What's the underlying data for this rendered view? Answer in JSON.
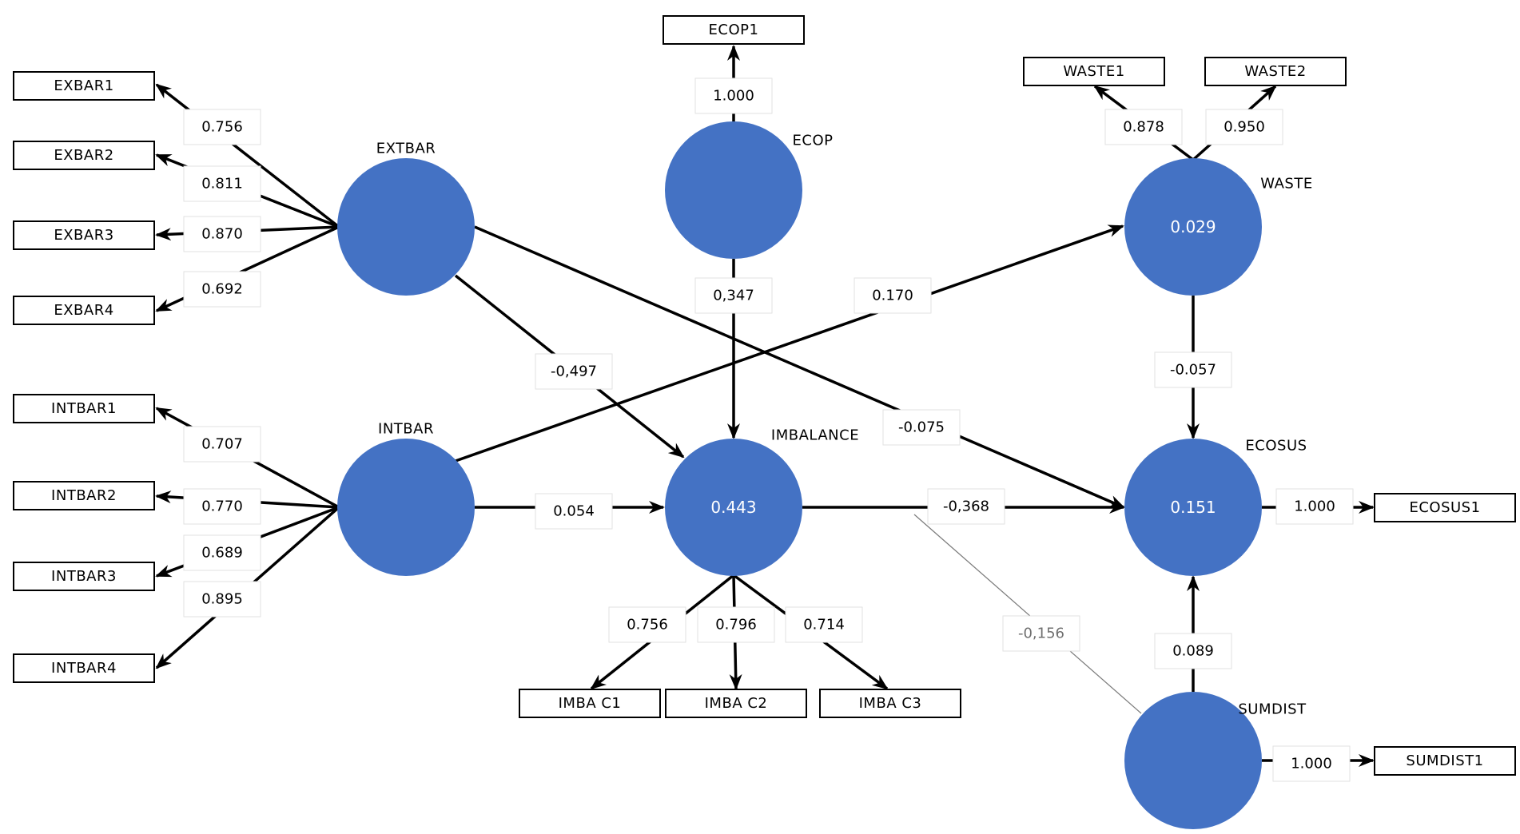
{
  "diagram": {
    "latents": [
      {
        "id": "EXTBAR",
        "name": "EXTBAR",
        "r2": ""
      },
      {
        "id": "INTBAR",
        "name": "INTBAR",
        "r2": ""
      },
      {
        "id": "ECOP",
        "name": "ECOP",
        "r2": ""
      },
      {
        "id": "IMBALANCE",
        "name": "IMBALANCE",
        "r2": "0.443"
      },
      {
        "id": "WASTE",
        "name": "WASTE",
        "r2": "0.029"
      },
      {
        "id": "ECOSUS",
        "name": "ECOSUS",
        "r2": "0.151"
      },
      {
        "id": "SUMDIST",
        "name": "SUMDIST",
        "r2": ""
      }
    ],
    "indicators": [
      {
        "id": "EXBAR1",
        "label": "EXBAR1"
      },
      {
        "id": "EXBAR2",
        "label": "EXBAR2"
      },
      {
        "id": "EXBAR3",
        "label": "EXBAR3"
      },
      {
        "id": "EXBAR4",
        "label": "EXBAR4"
      },
      {
        "id": "INTBAR1",
        "label": "INTBAR1"
      },
      {
        "id": "INTBAR2",
        "label": "INTBAR2"
      },
      {
        "id": "INTBAR3",
        "label": "INTBAR3"
      },
      {
        "id": "INTBAR4",
        "label": "INTBAR4"
      },
      {
        "id": "ECOP1",
        "label": "ECOP1"
      },
      {
        "id": "WASTE1",
        "label": "WASTE1"
      },
      {
        "id": "WASTE2",
        "label": "WASTE2"
      },
      {
        "id": "IMBAC1",
        "label": "IMBA C1"
      },
      {
        "id": "IMBAC2",
        "label": "IMBA C2"
      },
      {
        "id": "IMBAC3",
        "label": "IMBA C3"
      },
      {
        "id": "ECOSUS1",
        "label": "ECOSUS1"
      },
      {
        "id": "SUMDIST1",
        "label": "SUMDIST1"
      }
    ],
    "loadings": [
      {
        "from": "EXTBAR",
        "to": "EXBAR1",
        "value": "0.756"
      },
      {
        "from": "EXTBAR",
        "to": "EXBAR2",
        "value": "0.811"
      },
      {
        "from": "EXTBAR",
        "to": "EXBAR3",
        "value": "0.870"
      },
      {
        "from": "EXTBAR",
        "to": "EXBAR4",
        "value": "0.692"
      },
      {
        "from": "INTBAR",
        "to": "INTBAR1",
        "value": "0.707"
      },
      {
        "from": "INTBAR",
        "to": "INTBAR2",
        "value": "0.770"
      },
      {
        "from": "INTBAR",
        "to": "INTBAR3",
        "value": "0.689"
      },
      {
        "from": "INTBAR",
        "to": "INTBAR4",
        "value": "0.895"
      },
      {
        "from": "ECOP",
        "to": "ECOP1",
        "value": "1.000"
      },
      {
        "from": "WASTE",
        "to": "WASTE1",
        "value": "0.878"
      },
      {
        "from": "WASTE",
        "to": "WASTE2",
        "value": "0.950"
      },
      {
        "from": "IMBALANCE",
        "to": "IMBAC1",
        "value": "0.756"
      },
      {
        "from": "IMBALANCE",
        "to": "IMBAC2",
        "value": "0.796"
      },
      {
        "from": "IMBALANCE",
        "to": "IMBAC3",
        "value": "0.714"
      },
      {
        "from": "ECOSUS",
        "to": "ECOSUS1",
        "value": "1.000"
      },
      {
        "from": "SUMDIST",
        "to": "SUMDIST1",
        "value": "1.000"
      }
    ],
    "paths": [
      {
        "from": "EXTBAR",
        "to": "IMBALANCE",
        "value": "-0,497"
      },
      {
        "from": "EXTBAR",
        "to": "ECOSUS",
        "value": "-0.075"
      },
      {
        "from": "INTBAR",
        "to": "IMBALANCE",
        "value": "0.054"
      },
      {
        "from": "INTBAR",
        "to": "WASTE",
        "value": "0.170"
      },
      {
        "from": "ECOP",
        "to": "IMBALANCE",
        "value": "0,347"
      },
      {
        "from": "IMBALANCE",
        "to": "ECOSUS",
        "value": "-0,368"
      },
      {
        "from": "WASTE",
        "to": "ECOSUS",
        "value": "-0.057"
      },
      {
        "from": "SUMDIST",
        "to": "ECOSUS",
        "value": "0.089"
      },
      {
        "from": "SUMDIST",
        "to": "IMBALANCE",
        "value": "-0,156",
        "style": "faint"
      }
    ]
  }
}
